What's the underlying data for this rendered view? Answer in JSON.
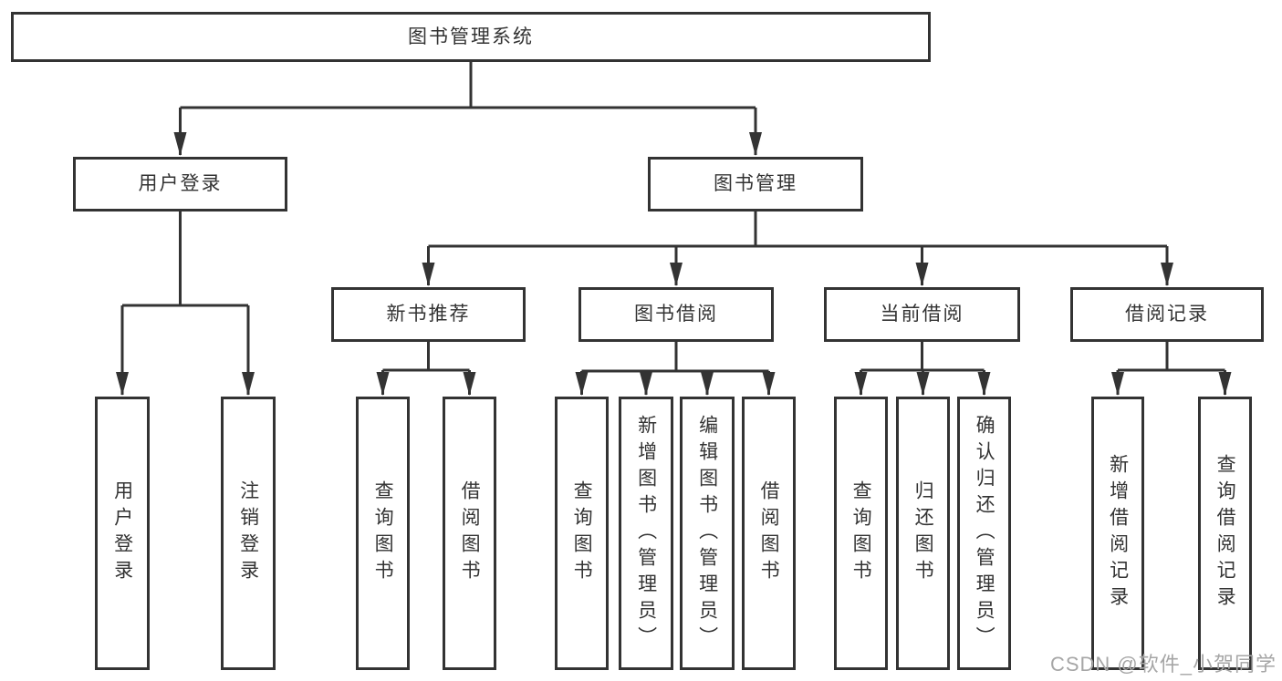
{
  "colors": {
    "line": "#333333",
    "box_border": "#333333",
    "text": "#333333",
    "watermark": "#a6a6a6",
    "background": "#ffffff"
  },
  "watermark": {
    "text": "CSDN @软件_小贺同学"
  },
  "tree": {
    "root": {
      "label": "图书管理系统",
      "children": [
        {
          "label": "用户登录",
          "children": [
            {
              "label": "用户登录"
            },
            {
              "label": "注销登录"
            }
          ]
        },
        {
          "label": "图书管理",
          "children": [
            {
              "label": "新书推荐",
              "children": [
                {
                  "label": "查询图书"
                },
                {
                  "label": "借阅图书"
                }
              ]
            },
            {
              "label": "图书借阅",
              "children": [
                {
                  "label": "查询图书"
                },
                {
                  "label": "新增图书（管理员）"
                },
                {
                  "label": "编辑图书（管理员）"
                },
                {
                  "label": "借阅图书"
                }
              ]
            },
            {
              "label": "当前借阅",
              "children": [
                {
                  "label": "查询图书"
                },
                {
                  "label": "归还图书"
                },
                {
                  "label": "确认归还（管理员）"
                }
              ]
            },
            {
              "label": "借阅记录",
              "children": [
                {
                  "label": "新增借阅记录"
                },
                {
                  "label": "查询借阅记录"
                }
              ]
            }
          ]
        }
      ]
    }
  }
}
